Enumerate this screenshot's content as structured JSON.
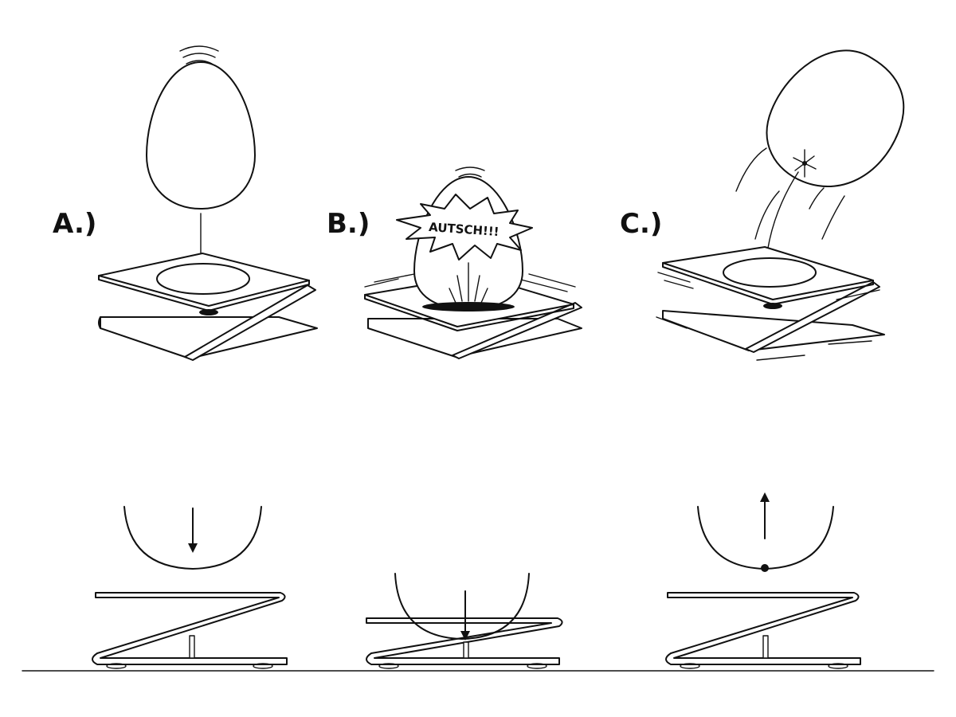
{
  "labels": {
    "a": "A.)",
    "b": "B.)",
    "c": "C.)"
  },
  "burst_text": "AUTSCH!!!",
  "colors": {
    "ink": "#111111",
    "paper": "#ffffff"
  }
}
